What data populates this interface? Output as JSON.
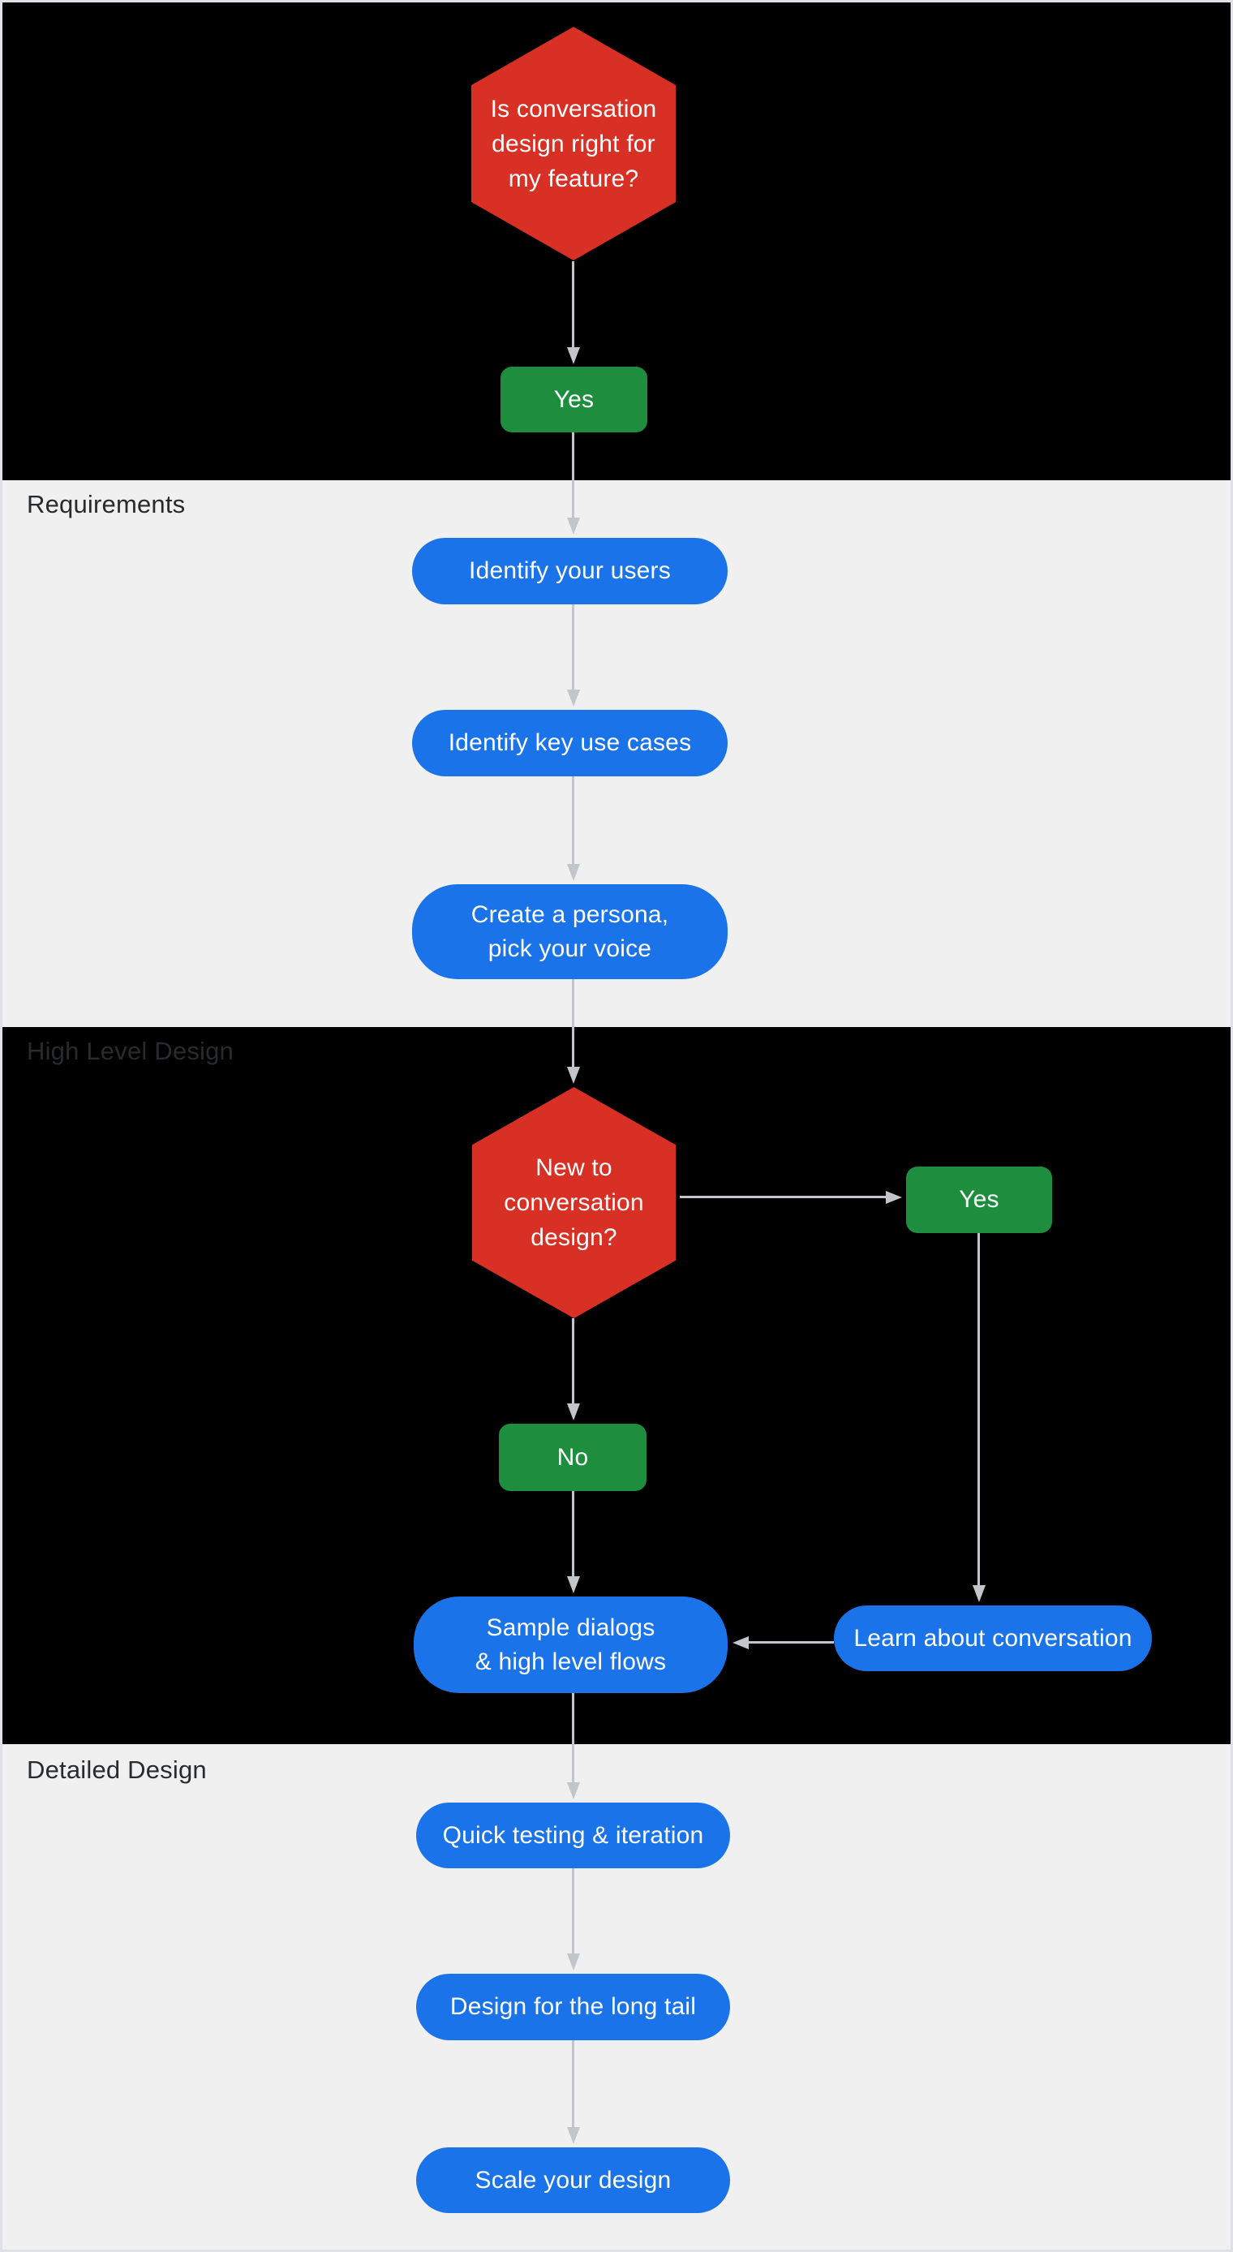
{
  "colors": {
    "decision_red": "#d93025",
    "answer_green": "#1e8e3e",
    "process_blue": "#1a73e8",
    "band_dark": "#000000",
    "band_light": "#f0f0f1",
    "node_text": "#ffffff",
    "section_label": "#282b2e",
    "arrow": "#c2c5c9",
    "border": "#dfe1e6"
  },
  "sections": {
    "requirements": {
      "title": "Requirements"
    },
    "high_level": {
      "title": "High Level Design"
    },
    "detailed": {
      "title": "Detailed Design"
    }
  },
  "nodes": {
    "decision_fit": {
      "lines": [
        "Is conversation",
        "design right for",
        "my feature?"
      ]
    },
    "fit_yes": {
      "label": "Yes"
    },
    "identify_users": {
      "label": "Identify your users"
    },
    "identify_use_cases": {
      "label": "Identify key use cases"
    },
    "create_persona": {
      "lines": [
        "Create a persona,",
        "pick your voice"
      ]
    },
    "decision_new": {
      "lines": [
        "New to",
        "conversation",
        "design?"
      ]
    },
    "new_yes": {
      "label": "Yes"
    },
    "new_no": {
      "label": "No"
    },
    "sample_dialogs": {
      "lines": [
        "Sample dialogs",
        "& high level flows"
      ]
    },
    "learn_conversation": {
      "label": "Learn about conversation"
    },
    "quick_testing": {
      "label": "Quick testing & iteration"
    },
    "long_tail": {
      "label": "Design for the long tail"
    },
    "scale_design": {
      "label": "Scale your design"
    }
  }
}
